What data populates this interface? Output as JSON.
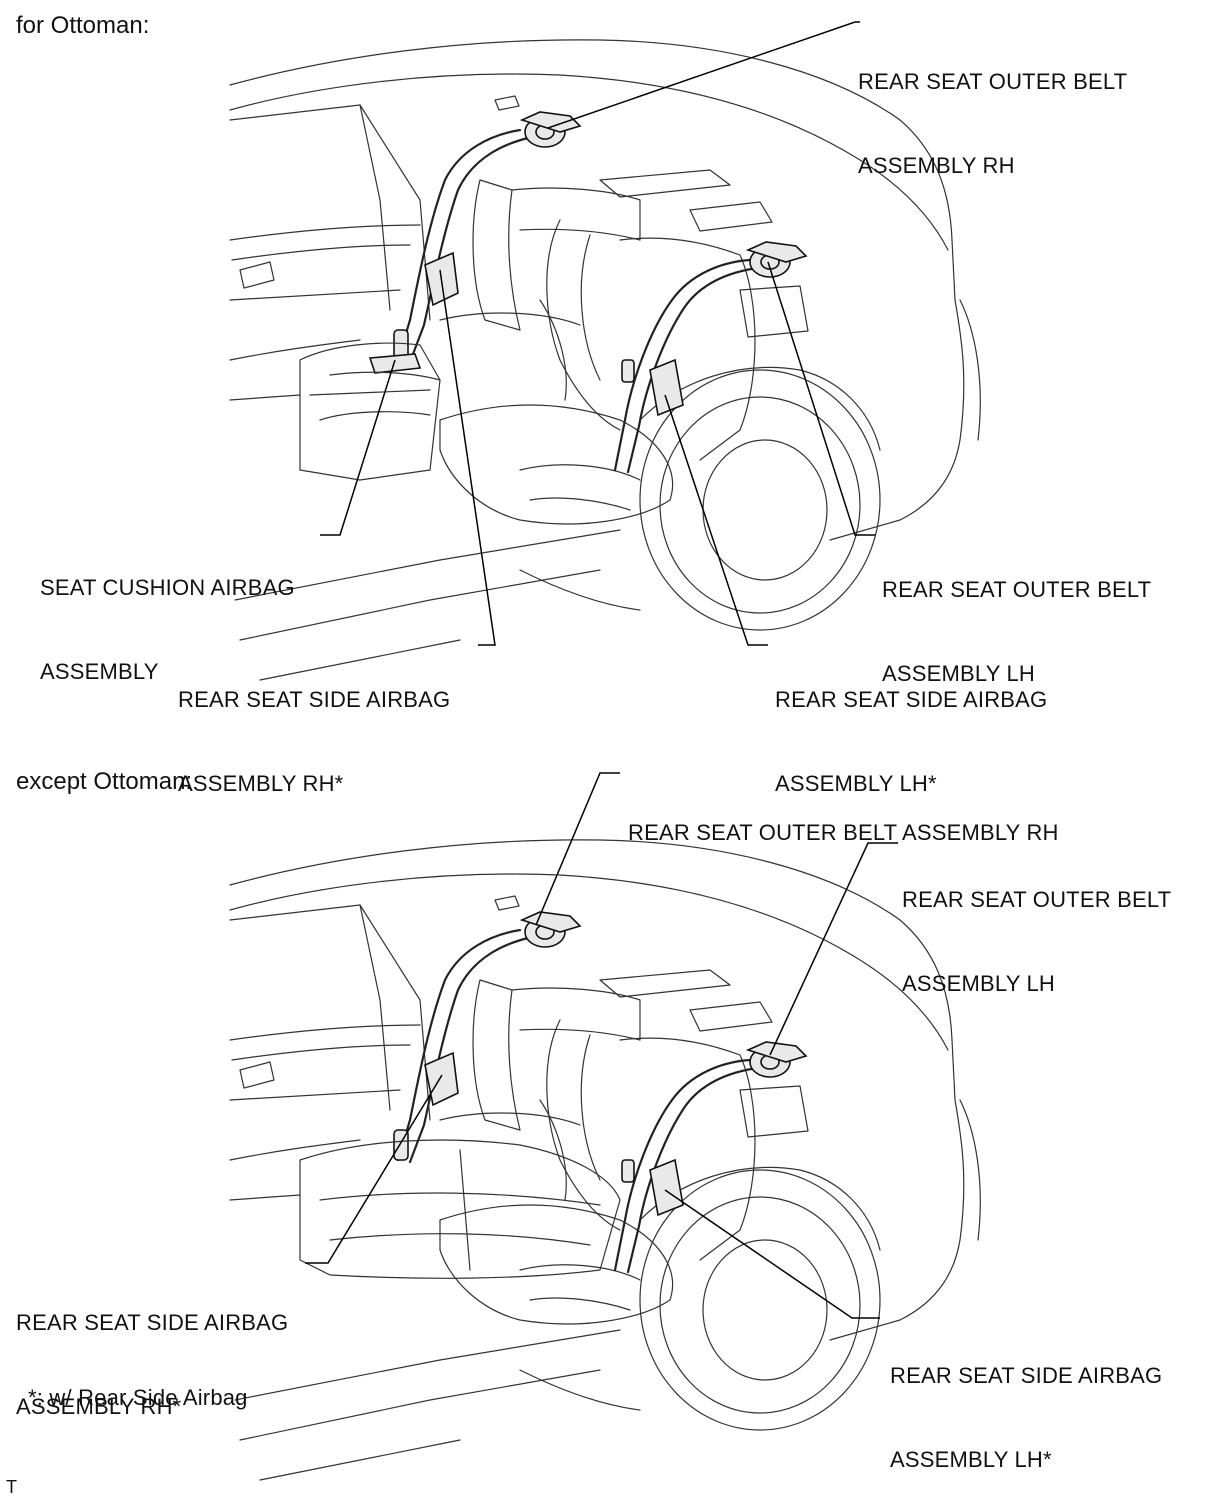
{
  "sections": {
    "ottoman": {
      "title": "for Ottoman:",
      "labels": {
        "outer_belt_rh": [
          "REAR SEAT OUTER BELT",
          "ASSEMBLY RH"
        ],
        "outer_belt_lh": [
          "REAR SEAT OUTER BELT",
          "ASSEMBLY LH"
        ],
        "cushion_airbag": [
          "SEAT CUSHION AIRBAG",
          "ASSEMBLY"
        ],
        "side_airbag_rh": [
          "REAR SEAT SIDE AIRBAG",
          "ASSEMBLY RH*"
        ],
        "side_airbag_lh": [
          "REAR SEAT SIDE AIRBAG",
          "ASSEMBLY LH*"
        ]
      }
    },
    "except": {
      "title": "except Ottoman:",
      "labels": {
        "outer_belt_rh": [
          "REAR SEAT OUTER BELT ASSEMBLY RH"
        ],
        "outer_belt_lh": [
          "REAR SEAT OUTER BELT",
          "ASSEMBLY LH"
        ],
        "side_airbag_rh": [
          "REAR SEAT SIDE AIRBAG",
          "ASSEMBLY RH*"
        ],
        "side_airbag_lh": [
          "REAR SEAT SIDE AIRBAG",
          "ASSEMBLY LH*"
        ]
      }
    }
  },
  "footnote": "*: w/ Rear Side Airbag",
  "corner_mark": "T"
}
